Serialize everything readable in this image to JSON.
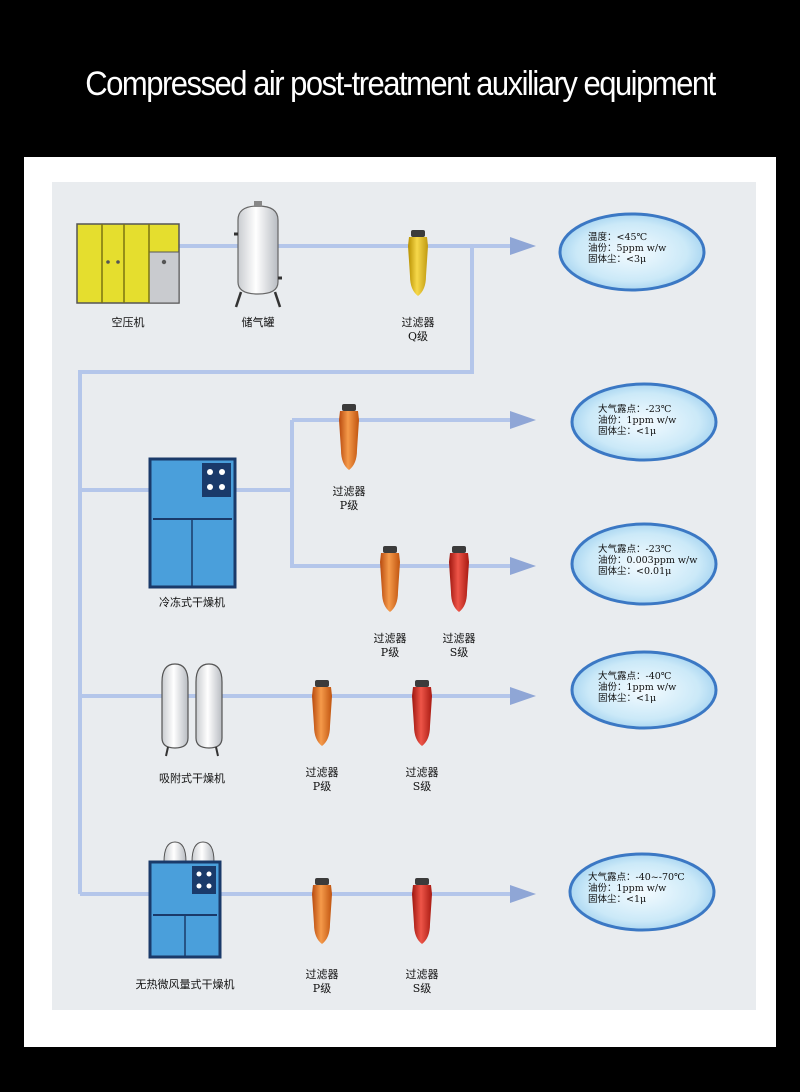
{
  "title": "Compressed air post-treatment auxiliary equipment",
  "labels": {
    "compressor": "空压机",
    "tank": "储气罐",
    "refrigerated_dryer": "冷冻式干燥机",
    "adsorption_dryer": "吸附式干燥机",
    "heatless_dryer": "无热微风量式干燥机",
    "filter": "过滤器",
    "grade_q": "Q级",
    "grade_p": "P级",
    "grade_s": "S级"
  },
  "specs": [
    [
      "温度：<45℃",
      "油份：5ppm w/w",
      "固体尘：<3μ"
    ],
    [
      "大气露点：-23℃",
      "油份：1ppm w/w",
      "固体尘：<1μ"
    ],
    [
      "大气露点：-23℃",
      "油份：0.003ppm w/w",
      "固体尘：<0.01μ"
    ],
    [
      "大气露点：-40℃",
      "油份：1ppm w/w",
      "固体尘：<1μ"
    ],
    [
      "大气露点：-40~-70℃",
      "油份：1ppm w/w",
      "固体尘：<1μ"
    ]
  ],
  "colors": {
    "pipe": "#b4c6ea",
    "compressor": "#e5de2e",
    "dryer": "#4a9fdb",
    "filter_q": "#e8c020",
    "filter_p": "#ec6a1c",
    "filter_s": "#d8261e",
    "bubble": "#c9e8f8",
    "bubble_border": "#3b78c4"
  }
}
